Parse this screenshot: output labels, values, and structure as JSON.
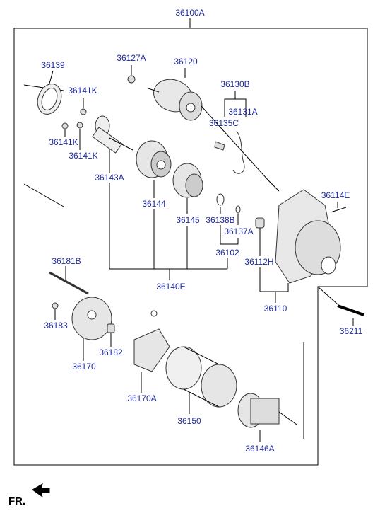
{
  "assembly_number": "36100A",
  "direction_label": "FR.",
  "parts": {
    "p36139": "36139",
    "p36141K_a": "36141K",
    "p36141K_b": "36141K",
    "p36141K_c": "36141K",
    "p36127A": "36127A",
    "p36120": "36120",
    "p36130B": "36130B",
    "p36131A": "36131A",
    "p36135C": "36135C",
    "p36143A": "36143A",
    "p36144": "36144",
    "p36145": "36145",
    "p36138B": "36138B",
    "p36137A": "36137A",
    "p36102": "36102",
    "p36114E": "36114E",
    "p36112H": "36112H",
    "p36140E": "36140E",
    "p36110": "36110",
    "p36181B": "36181B",
    "p36183": "36183",
    "p36170": "36170",
    "p36182": "36182",
    "p36170A": "36170A",
    "p36150": "36150",
    "p36146A": "36146A",
    "p36211": "36211"
  },
  "colors": {
    "label": "#1f2a9c",
    "line": "#000000",
    "part": "#333333",
    "fill": "#e6e6e6"
  }
}
